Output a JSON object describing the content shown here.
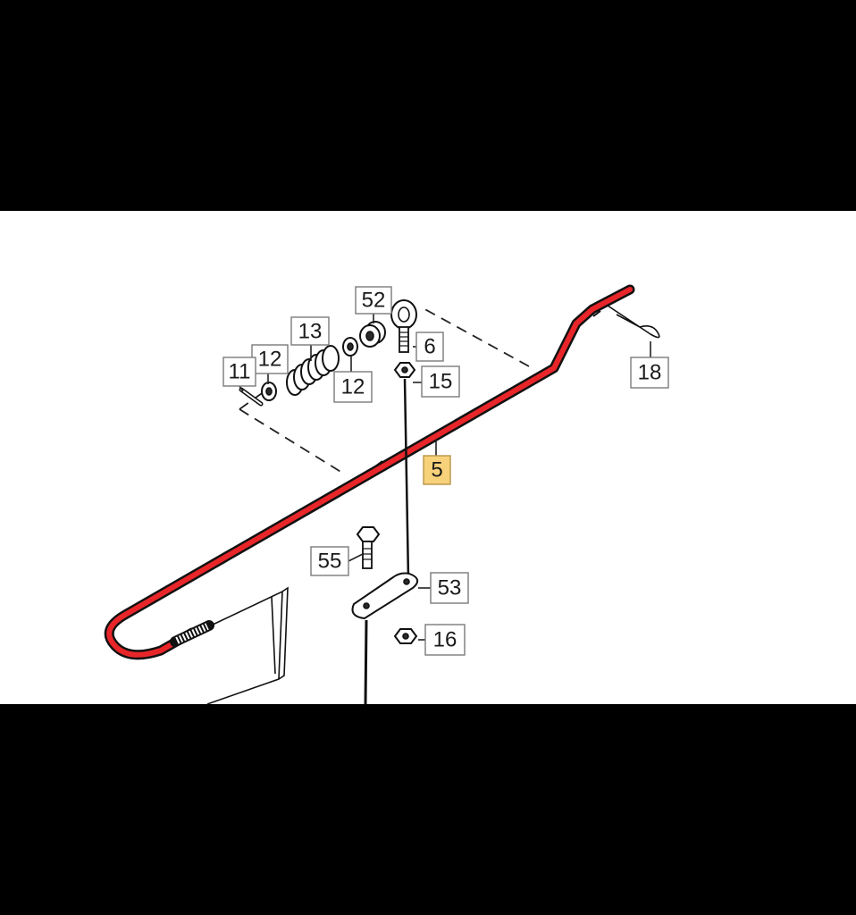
{
  "diagram": {
    "colors": {
      "background": "#000000",
      "panel": "#ffffff",
      "rod_highlight": "#e8262a",
      "callout_highlight": "#f7d27a"
    },
    "callouts": [
      {
        "id": "c52",
        "label": "52",
        "highlight": false
      },
      {
        "id": "c6",
        "label": "6",
        "highlight": false
      },
      {
        "id": "c13",
        "label": "13",
        "highlight": false
      },
      {
        "id": "c12a",
        "label": "12",
        "highlight": false
      },
      {
        "id": "c11",
        "label": "11",
        "highlight": false
      },
      {
        "id": "c12b",
        "label": "12",
        "highlight": false
      },
      {
        "id": "c15",
        "label": "15",
        "highlight": false
      },
      {
        "id": "c18",
        "label": "18",
        "highlight": false
      },
      {
        "id": "c5",
        "label": "5",
        "highlight": true
      },
      {
        "id": "c55",
        "label": "55",
        "highlight": false
      },
      {
        "id": "c53",
        "label": "53",
        "highlight": false
      },
      {
        "id": "c16",
        "label": "16",
        "highlight": false
      }
    ]
  }
}
